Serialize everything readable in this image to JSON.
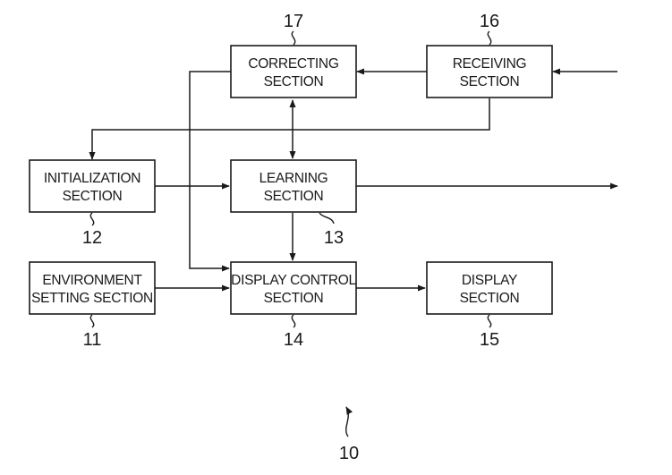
{
  "blocks": {
    "correcting": {
      "line1": "CORRECTING",
      "line2": "SECTION",
      "ref": "17"
    },
    "receiving": {
      "line1": "RECEIVING",
      "line2": "SECTION",
      "ref": "16"
    },
    "initialization": {
      "line1": "INITIALIZATION",
      "line2": "SECTION",
      "ref": "12"
    },
    "learning": {
      "line1": "LEARNING",
      "line2": "SECTION",
      "ref": "13"
    },
    "environment": {
      "line1": "ENVIRONMENT",
      "line2": "SETTING SECTION",
      "ref": "11"
    },
    "display_control": {
      "line1": "DISPLAY CONTROL",
      "line2": "SECTION",
      "ref": "14"
    },
    "display": {
      "line1": "DISPLAY",
      "line2": "SECTION",
      "ref": "15"
    }
  },
  "device_ref": "10"
}
